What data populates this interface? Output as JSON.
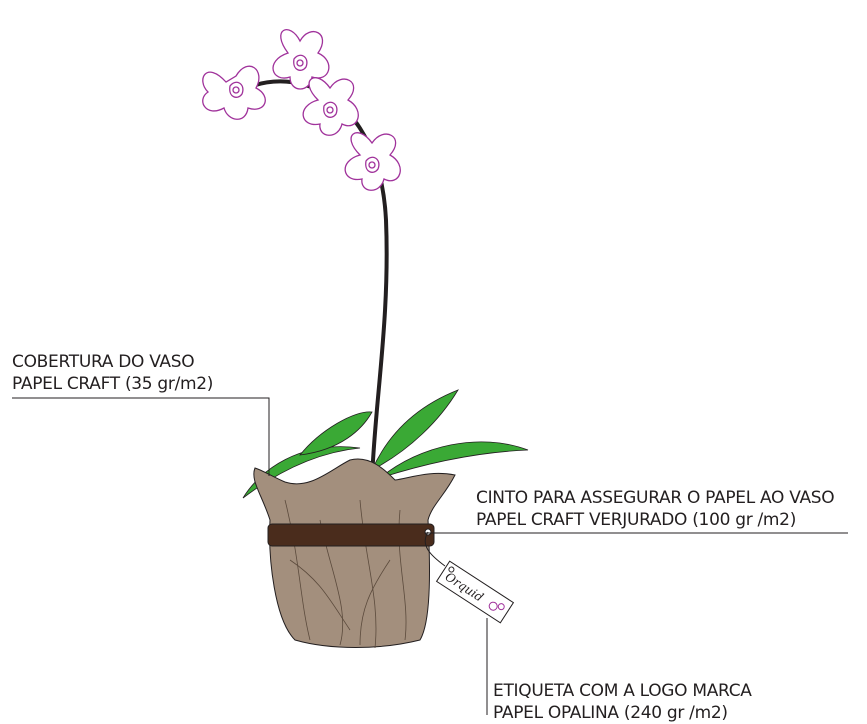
{
  "labels": {
    "cover": {
      "line1": "COBERTURA DO VASO",
      "line2": "PAPEL CRAFT (35 gr/m2)"
    },
    "belt": {
      "line1": "CINTO PARA ASSEGURAR O PAPEL AO VASO",
      "line2": "PAPEL CRAFT VERJURADO (100 gr /m2)"
    },
    "tag": {
      "line1": "ETIQUETA COM A LOGO MARCA",
      "line2": "PAPEL OPALINA (240 gr /m2)"
    }
  },
  "tag_logo_text": "Orquid",
  "colors": {
    "flower_outline": "#a0329b",
    "stem": "#231f20",
    "leaf": "#3aa935",
    "pot_wrap": "#a38f7d",
    "belt": "#4a2c1c",
    "leader_line": "#231f20"
  }
}
